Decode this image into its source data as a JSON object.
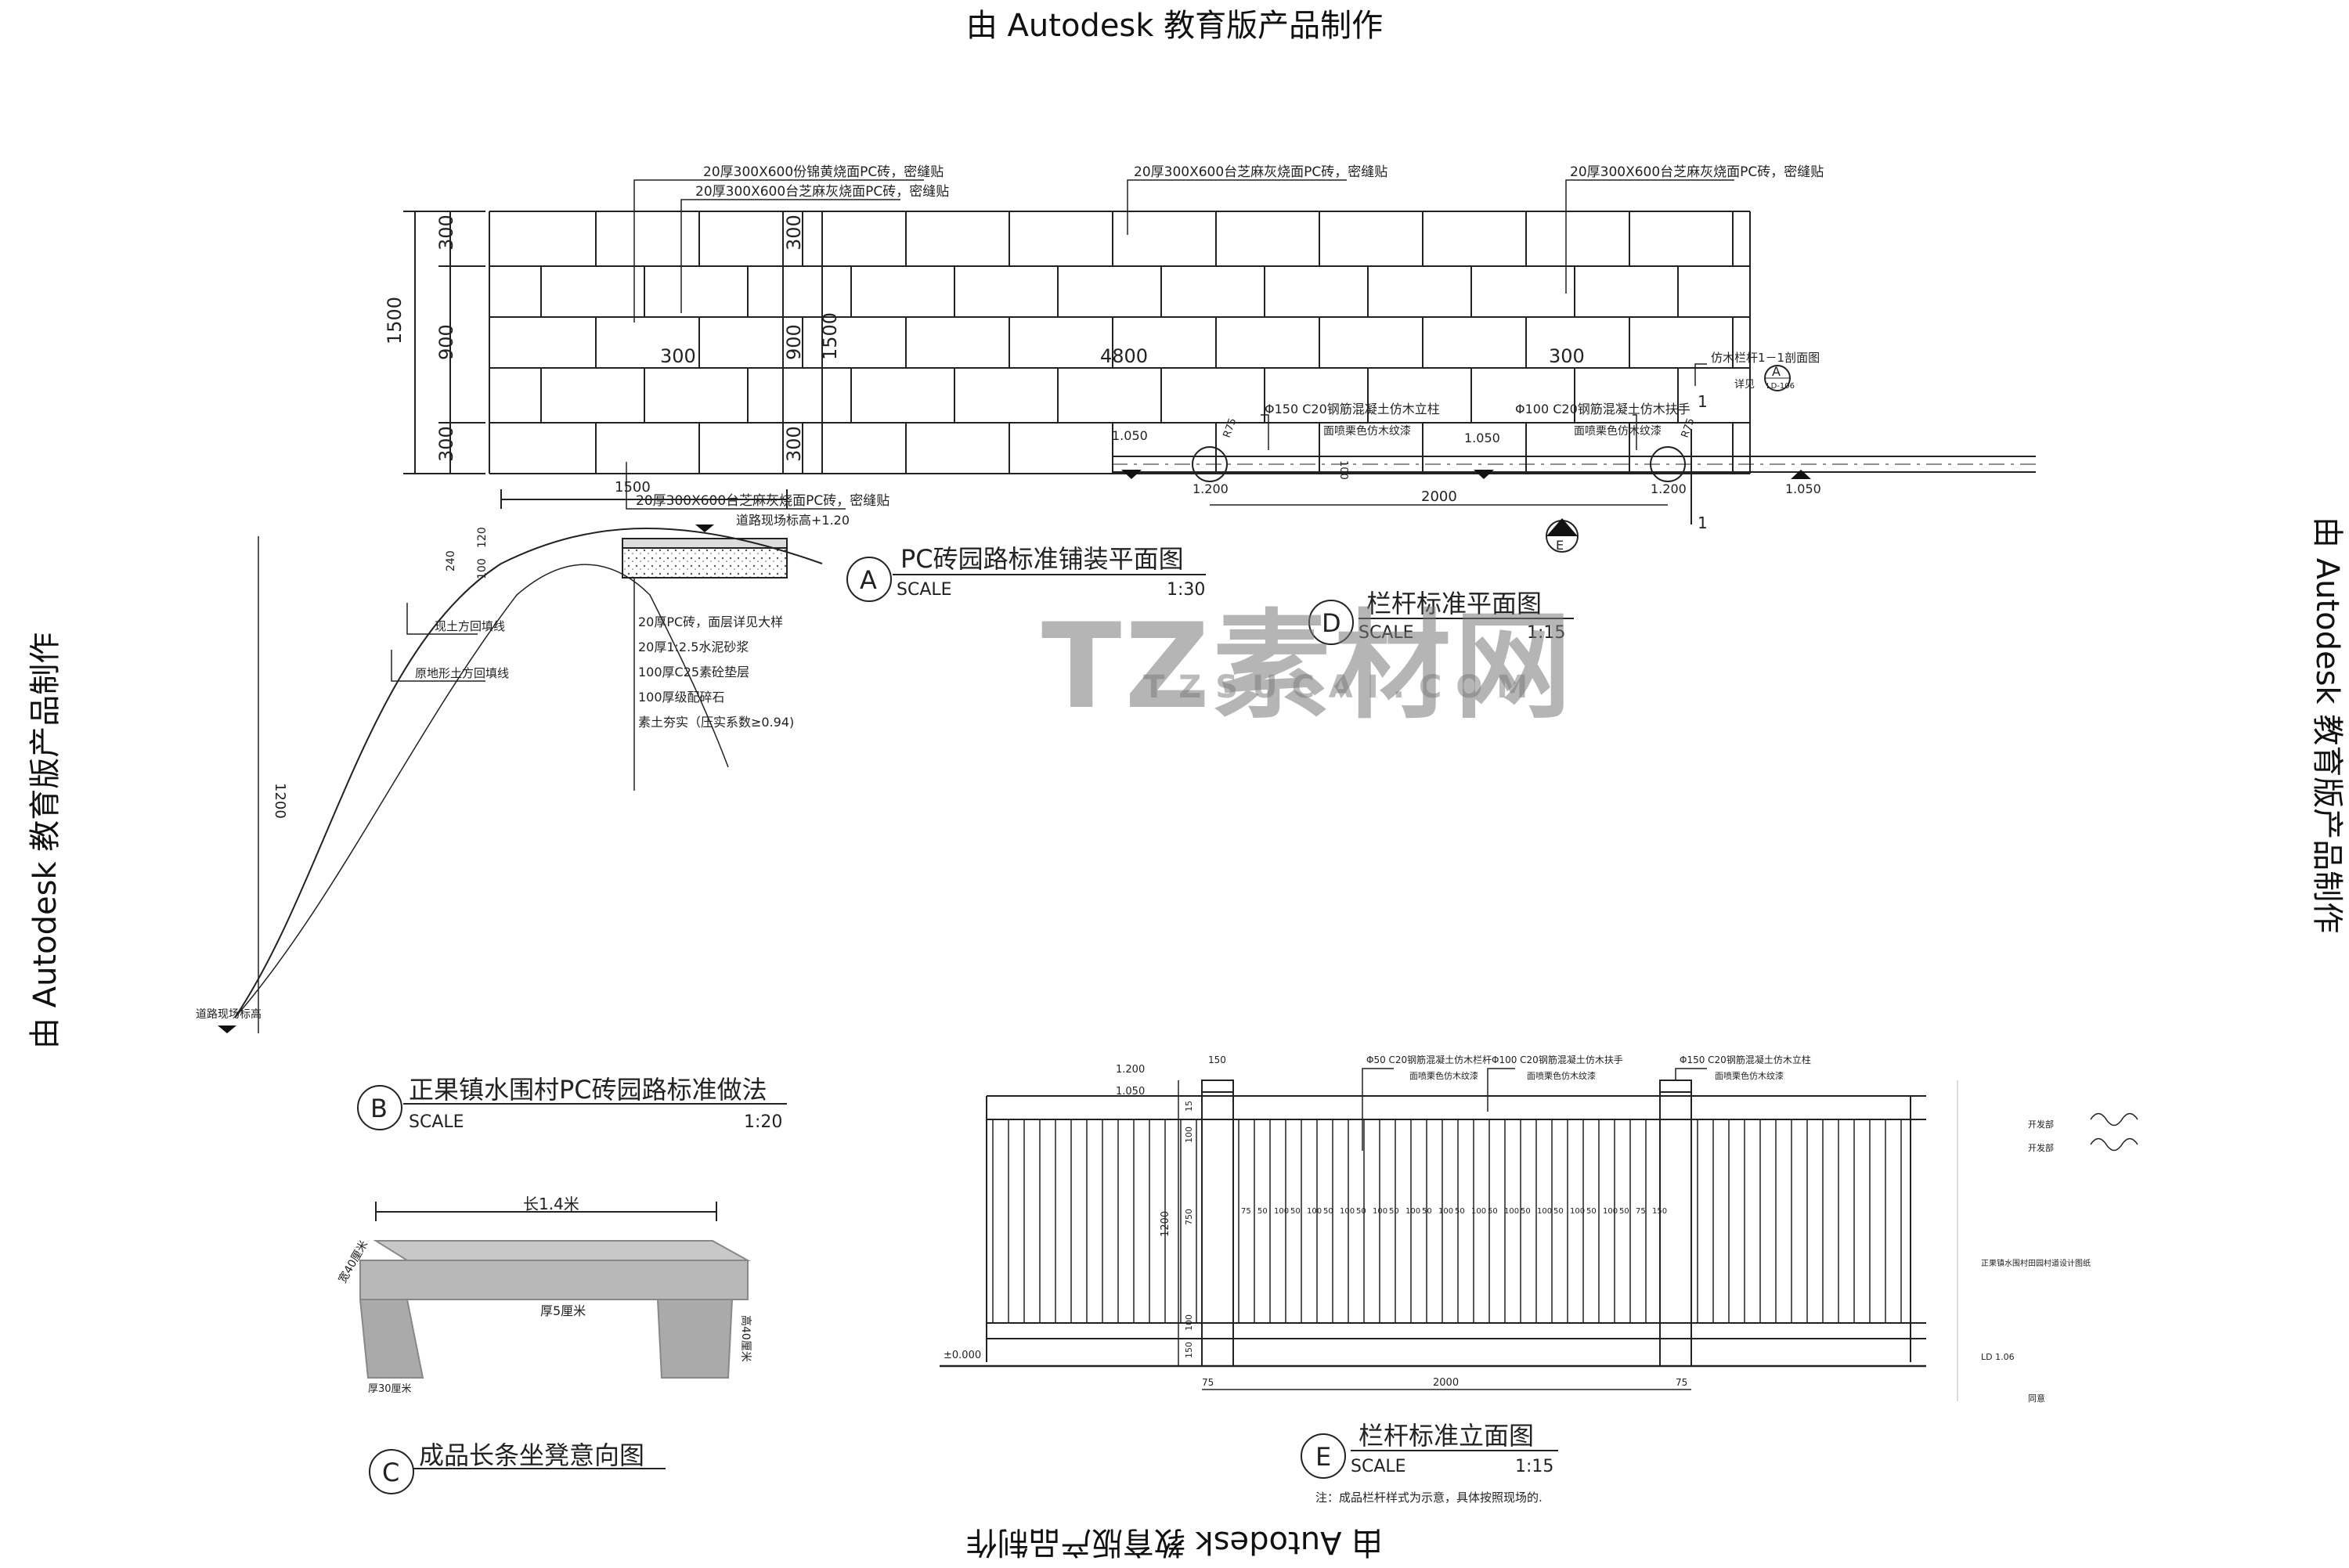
{
  "watermark": {
    "edu_text": "由 Autodesk 教育版产品制作",
    "logo": "TZ素材网",
    "url": "TZSUCAI.COM"
  },
  "plan_a": {
    "tag": "A",
    "title": "PC砖园路标准铺装平面图",
    "scale_label": "SCALE",
    "scale": "1:30",
    "callouts": [
      "20厚300X600份锦黄烧面PC砖，密缝贴",
      "20厚300X600台芝麻灰烧面PC砖，密缝贴",
      "20厚300X600台芝麻灰烧面PC砖，密缝贴",
      "20厚300X600台芝麻灰烧面PC砖，密缝贴",
      "20厚300X600台芝麻灰烧面PC砖，密缝贴"
    ],
    "dims": [
      "300",
      "900",
      "300",
      "1500",
      "300",
      "900",
      "1500",
      "300",
      "300",
      "4800",
      "300"
    ]
  },
  "section_b": {
    "tag": "B",
    "title": "正果镇水围村PC砖园路标准做法",
    "scale_label": "SCALE",
    "scale": "1:20",
    "top_dim": "1500",
    "level": "道路现场标高+1.20",
    "left_dims": [
      "120",
      "240",
      "100"
    ],
    "height_dim": "1200",
    "base_level": "道路现场标高",
    "slope_notes": [
      "现土方回填线",
      "原地形土方回填线"
    ],
    "layers": [
      "20厚PC砖，面层详见大样",
      "20厚1:2.5水泥砂浆",
      "100厚C25素砼垫层",
      "100厚级配碎石",
      "素土夯实（压实系数≥0.94)"
    ]
  },
  "bench_c": {
    "tag": "C",
    "title": "成品长条坐凳意向图",
    "length": "长1.4米",
    "width": "宽40厘米",
    "thickness": "厚5厘米",
    "height": "高40厘米",
    "leg": "厚30厘米"
  },
  "plan_d": {
    "tag": "D",
    "title": "栏杆标准平面图",
    "scale_label": "SCALE",
    "scale": "1:15",
    "post1": "Φ150  C20钢筋混凝土仿木立柱",
    "post1_sub": "面喷栗色仿木纹漆",
    "post2": "Φ100  C20钢筋混凝土仿木扶手",
    "post2_sub": "面喷栗色仿木纹漆",
    "detail_note": "仿木栏杆1－1剖面图",
    "detail_ref": "详见",
    "detail_tag": "A",
    "detail_sheet": "LD-106",
    "levels": [
      "1.050",
      "1.200",
      "1.050",
      "1.200",
      "1.050"
    ],
    "dim": "2000",
    "r_labels": [
      "R75",
      "R75"
    ],
    "mid_dim": "100",
    "cut": "1",
    "e_tag": "E"
  },
  "elev_e": {
    "tag": "E",
    "title": "栏杆标准立面图",
    "scale_label": "SCALE",
    "scale": "1:15",
    "note": "注：成品栏杆样式为示意，具体按照现场的.",
    "callouts": [
      "Φ50  C20钢筋混凝土仿木栏杆",
      "Φ100  C20钢筋混凝土仿木扶手",
      "Φ150  C20钢筋混凝土仿木立柱"
    ],
    "callout_sub": [
      "面喷栗色仿木纹漆",
      "面喷栗色仿木纹漆",
      "面喷栗色仿木纹漆"
    ],
    "levels": [
      "1.200",
      "1.050",
      "±0.000"
    ],
    "left_dims": [
      "15",
      "100",
      "750",
      "100",
      "150"
    ],
    "height": "1200",
    "top_dim": "150",
    "bottom_dims": [
      "75",
      "2000",
      "75"
    ],
    "spacing": [
      "75",
      "50",
      "100",
      "50",
      "100",
      "50",
      "100",
      "50",
      "100",
      "50",
      "100",
      "50",
      "100",
      "50",
      "100",
      "50",
      "100",
      "50",
      "100",
      "50",
      "100",
      "50",
      "100",
      "50",
      "75",
      "150"
    ]
  },
  "title_block": {
    "row1": "开发部",
    "row2": "开发部",
    "project": "正果镇水围村田园村道设计图纸",
    "sheet": "LD 1.06",
    "status": "同意"
  }
}
